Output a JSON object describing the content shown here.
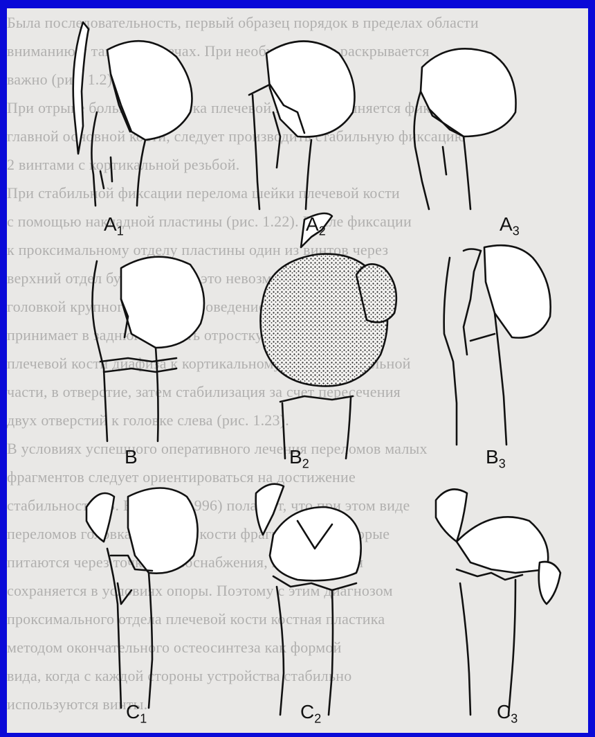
{
  "background_text": [
    "Была последовательность, первый образец порядок в пределах области",
    "вниманию у таких на плечах. При необходимости раскрывается",
    "важно (рис. 1.2).",
    "При отрыве большого бугорка плечевой кости выполняется фиксация",
    "главной основной кости, следует производить стабильную фиксацию",
    "2 винтами с кортикальной резьбой.",
    "При стабильной фиксации перелома шейки плечевой кости",
    "с помощью накладной пластины (рис. 1.22). После фиксации",
    "к проксимальному отделу пластины один из винтов через",
    "верхний отдел бугорка. Если это невозможно, то",
    "головкой крупного бугорка проведением перемещения",
    "принимает в заднюю область отростку. Выполняется",
    "плечевой кости диафиза к кортикальному слою в дистальной",
    "части, в отверстие, затем стабилизация за счет пересечения",
    "двух отверстий к головке слева (рис. 1.23).",
    "В условиях успешного оперативного лечения переломов малых",
    "фрагментов следует ориентироваться на достижение",
    "стабильности. В. Висскер (1996) полагает, что при этом виде",
    "переломов головка плечевой кости фрагментами, которые",
    "питаются через точки кровоснабжения, консолидация",
    "сохраняется в условиях опоры. Поэтому с этим диагнозом",
    "проксимального отдела плечевой кости костная пластика",
    "методом окончательного остеосинтеза как формой",
    "вида, когда с каждой стороны устройства стабильно",
    "используются винты."
  ],
  "labels": {
    "A1": {
      "letter": "A",
      "sub": "1"
    },
    "A2": {
      "letter": "A",
      "sub": "2"
    },
    "A3": {
      "letter": "A",
      "sub": "3"
    },
    "B1": {
      "letter": "B",
      "sub": ""
    },
    "B2": {
      "letter": "B",
      "sub": "2"
    },
    "B3": {
      "letter": "B",
      "sub": "3"
    },
    "C1": {
      "letter": "C",
      "sub": "1"
    },
    "C2": {
      "letter": "C",
      "sub": "2"
    },
    "C3": {
      "letter": "C",
      "sub": "3"
    }
  },
  "colors": {
    "border": "#0a0ad8",
    "paper": "#e9e8e6",
    "ink": "#111111"
  }
}
